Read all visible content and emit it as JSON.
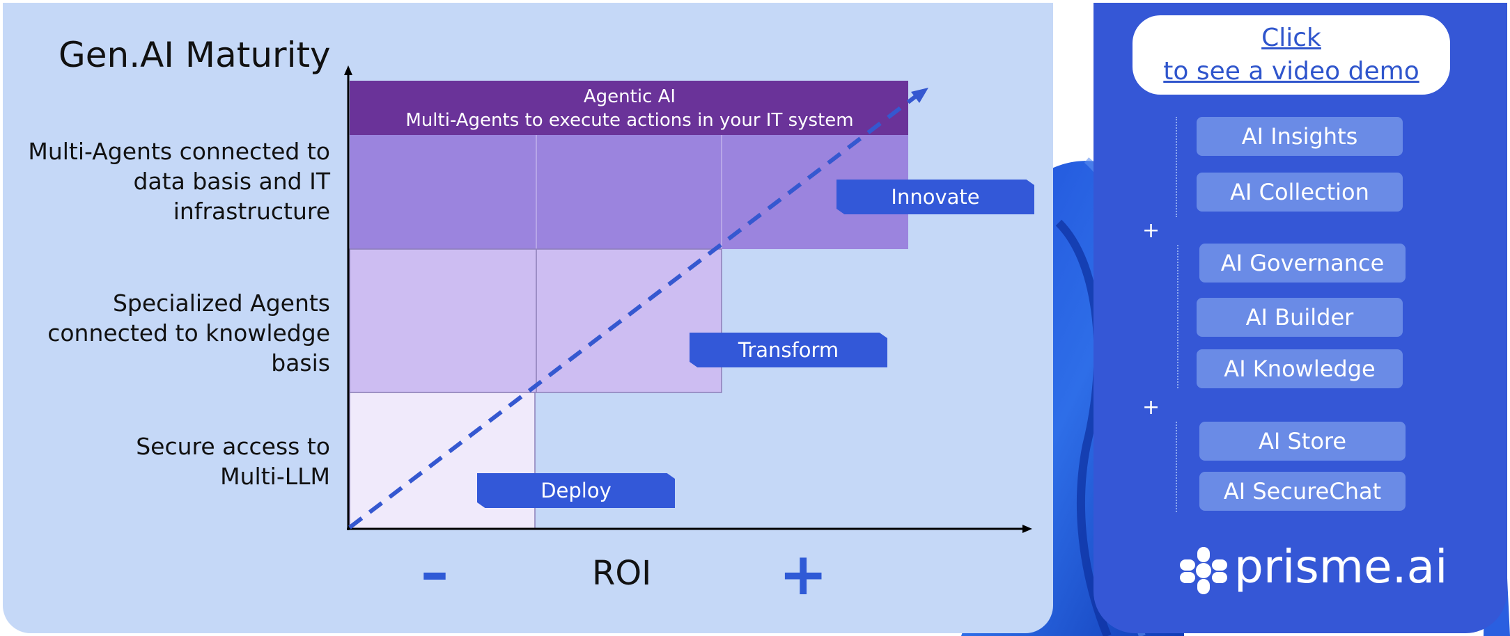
{
  "title": "Gen.AI Maturity",
  "levels": [
    {
      "label_lines": [
        "Multi-Agents connected to",
        "data basis and IT",
        "infrastructure"
      ]
    },
    {
      "label_lines": [
        "Specialized Agents",
        "connected to knowledge",
        "basis"
      ]
    },
    {
      "label_lines": [
        "Secure access to",
        "Multi-LLM"
      ]
    }
  ],
  "band": {
    "title": "Agentic AI",
    "subtitle": "Multi-Agents to execute actions in your IT system"
  },
  "stages": [
    "Deploy",
    "Transform",
    "Innovate"
  ],
  "x_axis": {
    "label": "ROI",
    "minus": "–",
    "plus": "+"
  },
  "cta": {
    "line1": "Click",
    "line2": "to see a video demo"
  },
  "product_groups": [
    [
      "AI Insights",
      "AI Collection"
    ],
    [
      "AI Governance",
      "AI Builder",
      "AI Knowledge"
    ],
    [
      "AI Store",
      "AI SecureChat"
    ]
  ],
  "group_separator": "+",
  "brand": {
    "name": "prisme.ai"
  },
  "colors": {
    "left_panel": "#c5d8f7",
    "right_panel": "#3557d6",
    "band_dark": "#6a3399",
    "level_3": "#9b84de",
    "level_2": "#cdbdf2",
    "level_1": "#f0eafb",
    "stage_tag": "#3358d8",
    "trend_line": "#3558d0",
    "product_button": "#6a8be6"
  },
  "icons": [
    "prisme-logo-icon",
    "trend-arrow-icon"
  ]
}
